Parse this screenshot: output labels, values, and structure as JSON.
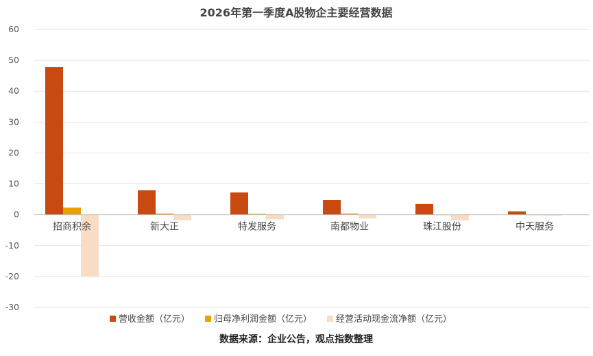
{
  "chart_data": {
    "type": "bar",
    "title": "2026年第一季度A股物企主要经营数据",
    "categories": [
      "招商积余",
      "新大正",
      "特发服务",
      "南都物业",
      "珠江股份",
      "中天服务"
    ],
    "series": [
      {
        "name": "营收金额（亿元）",
        "color": "#c84a10",
        "values": [
          47.8,
          7.9,
          7.2,
          4.8,
          3.5,
          1.1
        ]
      },
      {
        "name": "归母净利润金额（亿元）",
        "color": "#e8a200",
        "values": [
          2.3,
          0.4,
          0.3,
          0.4,
          0.05,
          0.05
        ]
      },
      {
        "name": "经营活动现金流净额（亿元）",
        "color": "#f8dcc4",
        "values": [
          -20.0,
          -1.8,
          -1.5,
          -1.2,
          -1.8,
          -0.3
        ]
      }
    ],
    "ylim": [
      -30,
      60
    ],
    "yticks": [
      -30,
      -20,
      -10,
      0,
      10,
      20,
      30,
      40,
      50,
      60
    ],
    "grid": true,
    "legend_position": "bottom",
    "source": "数据来源：企业公告，观点指数整理"
  }
}
